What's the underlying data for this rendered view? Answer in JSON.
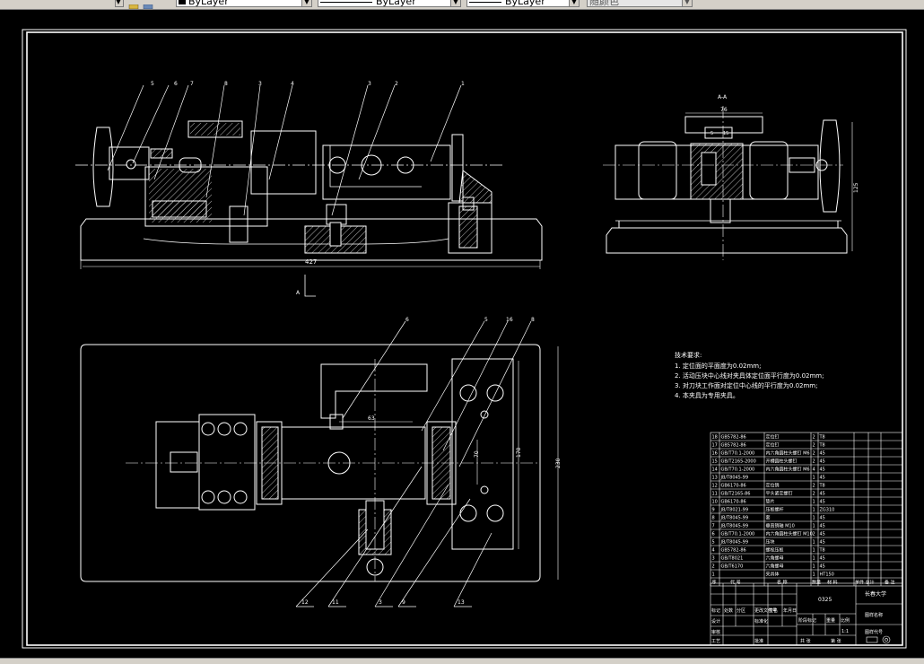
{
  "toolbar": {
    "layer_value": "ByLayer",
    "linetype_value": "ByLayer",
    "lineweight_value": "ByLayer",
    "plotstyle_value": "随颜色"
  },
  "drawing": {
    "front_dims": {
      "length": "427"
    },
    "side_view": {
      "title": "A-A",
      "width": "76",
      "d1": "5",
      "d2": "15",
      "height": "125"
    },
    "section_mark": "A",
    "top_view": {
      "d1": "63",
      "d2": "70",
      "d3": "170",
      "height": "230"
    },
    "front_balloons": [
      "5",
      "6",
      "7",
      "8",
      "3",
      "4",
      "3",
      "2",
      "1"
    ],
    "top_balloons_top": [
      "6",
      "5",
      "16",
      "8"
    ],
    "top_balloons_bottom": [
      "12",
      "11",
      "3",
      "9",
      "13"
    ],
    "technical_requirements": {
      "title": "技术要求:",
      "items": [
        "1. 定位面的平面度为0.02mm;",
        "2. 活动压块中心线对夹具体定位面平行度为0.02mm;",
        "3. 对刀块工作面对定位中心线的平行度为0.02mm;",
        "4. 本夹具为专用夹具。"
      ]
    },
    "bom": [
      {
        "no": "18",
        "code": "GB5782-86",
        "name": "定位钉",
        "qty": "2",
        "mat": "T8"
      },
      {
        "no": "17",
        "code": "GB5782-86",
        "name": "定位钉",
        "qty": "2",
        "mat": "T8"
      },
      {
        "no": "16",
        "code": "GB/T70.1-2000",
        "name": "内六角圆柱头螺钉 M6",
        "qty": "2",
        "mat": "45"
      },
      {
        "no": "15",
        "code": "GB/T2165-2000",
        "name": "开槽圆柱头螺钉",
        "qty": "2",
        "mat": "45"
      },
      {
        "no": "14",
        "code": "GB/T70.1-2000",
        "name": "内六角圆柱头螺钉 M6",
        "qty": "4",
        "mat": "45"
      },
      {
        "no": "13",
        "code": "JB/T8045-99",
        "name": "",
        "qty": "1",
        "mat": "45"
      },
      {
        "no": "12",
        "code": "GB6170-86",
        "name": "定位销",
        "qty": "2",
        "mat": "T8"
      },
      {
        "no": "11",
        "code": "GB/T2165-86",
        "name": "平头紧定螺钉",
        "qty": "2",
        "mat": "45"
      },
      {
        "no": "10",
        "code": "GB6170-86",
        "name": "垫片",
        "qty": "1",
        "mat": "45"
      },
      {
        "no": "9",
        "code": "JB/T8021-99",
        "name": "压板螺杆",
        "qty": "1",
        "mat": "ZG310"
      },
      {
        "no": "8",
        "code": "JB/T8045-99",
        "name": "套",
        "qty": "1",
        "mat": "45"
      },
      {
        "no": "7",
        "code": "JB/T8045-99",
        "name": "垂直销轴 M10",
        "qty": "1",
        "mat": "45"
      },
      {
        "no": "6",
        "code": "GB/T70.1-2000",
        "name": "内六角圆柱头螺钉 M10",
        "qty": "2",
        "mat": "45"
      },
      {
        "no": "5",
        "code": "JB/T8045-99",
        "name": "压块",
        "qty": "1",
        "mat": "45"
      },
      {
        "no": "4",
        "code": "GB5782-86",
        "name": "螺栓压板",
        "qty": "1",
        "mat": "T8"
      },
      {
        "no": "3",
        "code": "GB/T8021",
        "name": "六角螺母",
        "qty": "1",
        "mat": "45"
      },
      {
        "no": "2",
        "code": "GB/T6170",
        "name": "六角螺母",
        "qty": "1",
        "mat": "45"
      },
      {
        "no": "1",
        "code": "",
        "name": "夹具体",
        "qty": "1",
        "mat": "HT150"
      }
    ],
    "bom_header": {
      "no": "序",
      "code": "代 号",
      "name": "名 称",
      "qty": "数量",
      "mat": "材 料",
      "weight": "单件 总计",
      "note": "备 注"
    },
    "title_block": {
      "drawing_no": "0325",
      "school": "长春大学",
      "name_line1": "图样名称",
      "name_line2": "图样代号",
      "row_mark": "标记",
      "row_count": "处数",
      "row_zone": "分区",
      "row_change": "更改文件号",
      "row_sign": "签名",
      "row_date": "年月日",
      "design": "设计",
      "std": "标准化",
      "stage": "阶段标记",
      "weight": "重量",
      "scale": "比例",
      "scale_val": "1:1",
      "review": "审核",
      "process": "工艺",
      "approve": "批准",
      "sheets": "共 张",
      "sheet": "第 张"
    }
  }
}
